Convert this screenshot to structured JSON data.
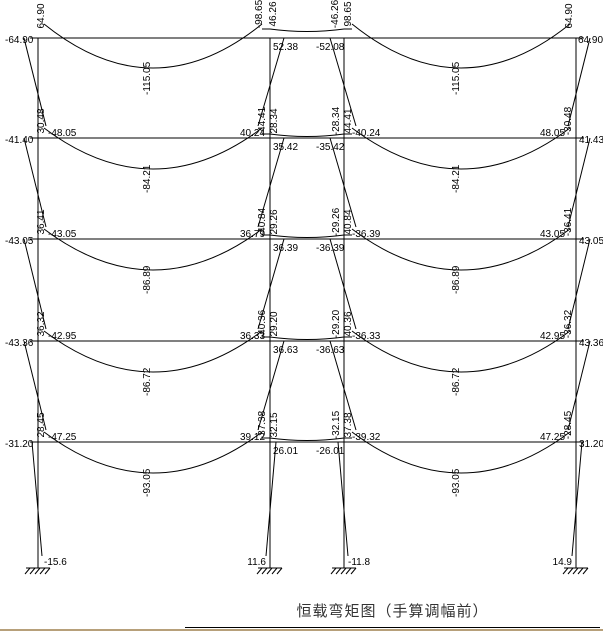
{
  "caption": "恒载弯矩图（手算调幅前）",
  "top_floor_labels": [
    "-64.90",
    "64.90",
    "-115.05",
    "-98.65",
    "46.26",
    "52.38",
    "-52.08",
    "-46.26",
    "98.65",
    "-115.05",
    "64.90",
    "64.90"
  ],
  "floors": [
    {
      "labels": [
        "-41.40",
        "30.48",
        "-48.05",
        "-84.21",
        "40.24",
        "-44.41",
        "28.34",
        "35.42",
        "-35.42",
        "-28.34",
        "44.41",
        "-40.24",
        "-84.21",
        "48.05",
        "-30.48",
        "41.43"
      ]
    },
    {
      "labels": [
        "-43.05",
        "36.41",
        "-43.05",
        "-86.89",
        "36.79",
        "-40.84",
        "29.26",
        "36.39",
        "-36.39",
        "-29.26",
        "40.84",
        "-36.39",
        "-86.89",
        "43.05",
        "-36.41",
        "43.05"
      ]
    },
    {
      "labels": [
        "-43.36",
        "36.32",
        "-42.95",
        "-86.72",
        "36.33",
        "-40.36",
        "29.20",
        "36.63",
        "-36.63",
        "-29.20",
        "40.36",
        "-36.33",
        "-86.72",
        "42.95",
        "-36.32",
        "43.36"
      ]
    },
    {
      "labels": [
        "-31.20",
        "28.45",
        "-47.25",
        "-93.05",
        "39.12",
        "-37.38",
        "32.15",
        "26.01",
        "-26.01",
        "-32.15",
        "37.38",
        "-39.32",
        "-93.05",
        "47.25",
        "-28.45",
        "31.20"
      ]
    }
  ],
  "base_labels": [
    "-15.6",
    "11.6",
    "-11.8",
    "14.9"
  ],
  "colors": {
    "lines": "#000000",
    "bottom_edge": "#b7a07a"
  }
}
